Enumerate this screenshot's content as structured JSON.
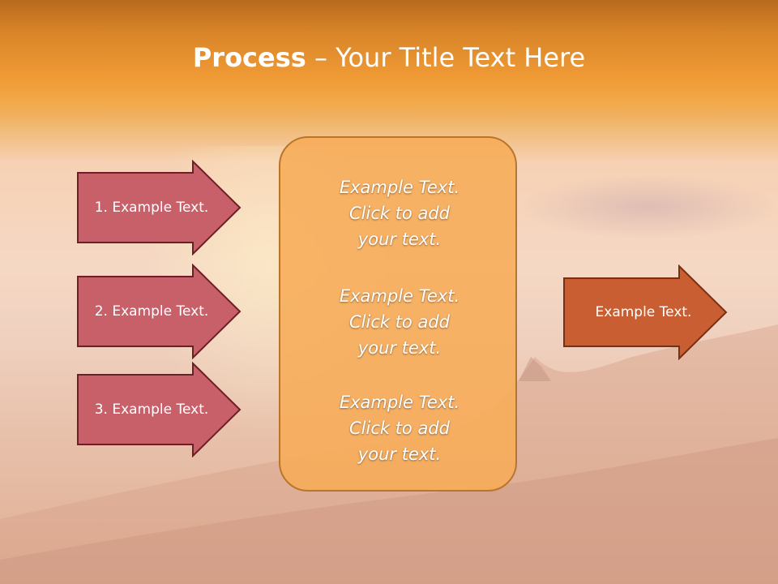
{
  "title": {
    "strong": "Process",
    "rest": " – Your Title Text Here"
  },
  "inputs": [
    {
      "label": "1. Example Text."
    },
    {
      "label": "2. Example Text."
    },
    {
      "label": "3. Example Text."
    }
  ],
  "center": {
    "blocks": [
      {
        "lines": [
          "Example Text.",
          "Click  to add",
          "your text."
        ]
      },
      {
        "lines": [
          "Example Text.",
          "Click  to add",
          "your text."
        ]
      },
      {
        "lines": [
          "Example Text.",
          "Click  to add",
          "your text."
        ]
      }
    ]
  },
  "output": {
    "label": "Example Text."
  },
  "colors": {
    "input_arrow_fill": "#c8606a",
    "input_arrow_stroke": "#6e1f26",
    "output_arrow_fill": "#c85e32",
    "output_arrow_stroke": "#7a2e12",
    "center_fill": "#f7ac58",
    "center_stroke": "#b8762d"
  }
}
